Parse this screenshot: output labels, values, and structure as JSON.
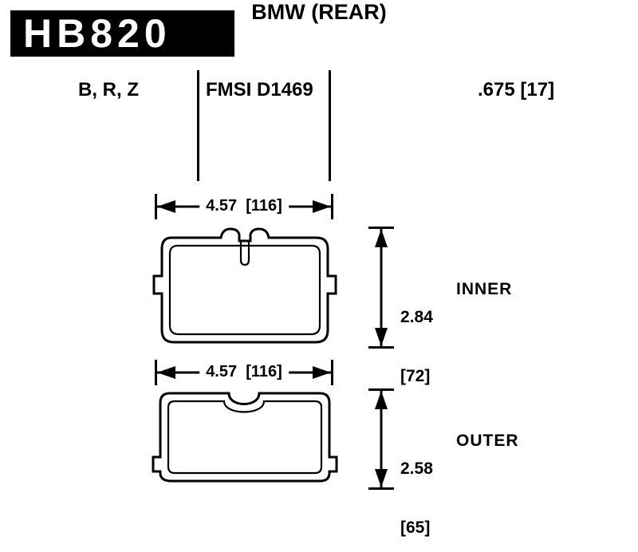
{
  "header": {
    "part_number": "HB820"
  },
  "spec_row": {
    "compounds": "B, R, Z",
    "fmsi": "FMSI D1469",
    "thickness": ".675 [17]"
  },
  "pads": [
    {
      "width_dim": "4.57  [116]",
      "thickness_in": "2.84",
      "thickness_mm": "[72]",
      "position_label": "INNER"
    },
    {
      "width_dim": "4.57  [116]",
      "thickness_in": "2.58",
      "thickness_mm": "[65]",
      "position_label": "OUTER"
    }
  ],
  "footer": {
    "application": "BMW (REAR)"
  },
  "colors": {
    "ink": "#000000",
    "background": "#ffffff"
  }
}
